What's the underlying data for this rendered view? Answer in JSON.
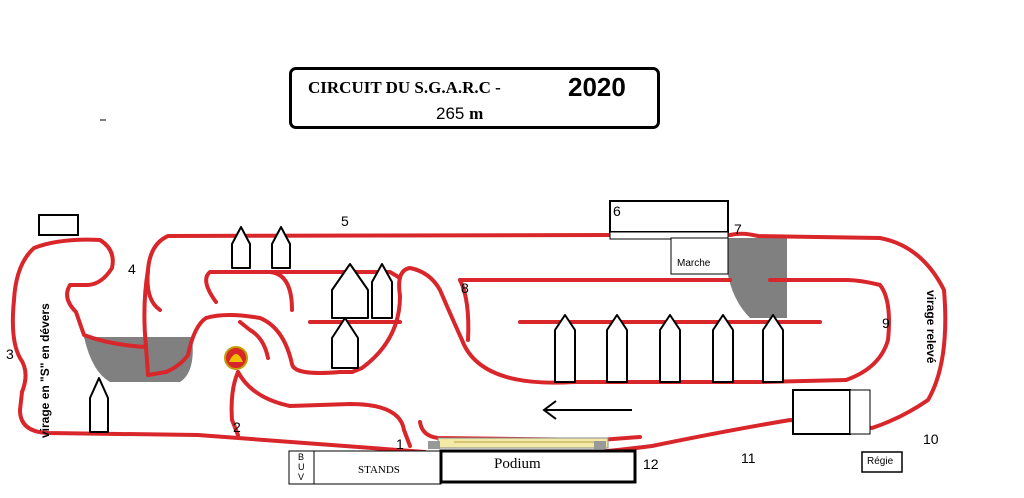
{
  "title": {
    "prefix": "CIRCUIT DU S.G.A.R.C  -",
    "year": "2020",
    "distance_value": "265",
    "distance_unit": "m"
  },
  "corners": [
    "1",
    "2",
    "3",
    "4",
    "5",
    "6",
    "7",
    "8",
    "9",
    "10",
    "11",
    "12"
  ],
  "labels": {
    "marche": "Marche",
    "stands": "STANDS",
    "podium": "Podium",
    "regie": "Régie",
    "buv_b": "B",
    "buv_u": "U",
    "buv_v": "V",
    "virage_s": "virage en \"S\" en dévers",
    "virage_releve": "virage relevé"
  },
  "colors": {
    "track": "#d8262b",
    "surface": "#808080",
    "ink": "#000000",
    "podium_strip": "#f4eaa8"
  }
}
